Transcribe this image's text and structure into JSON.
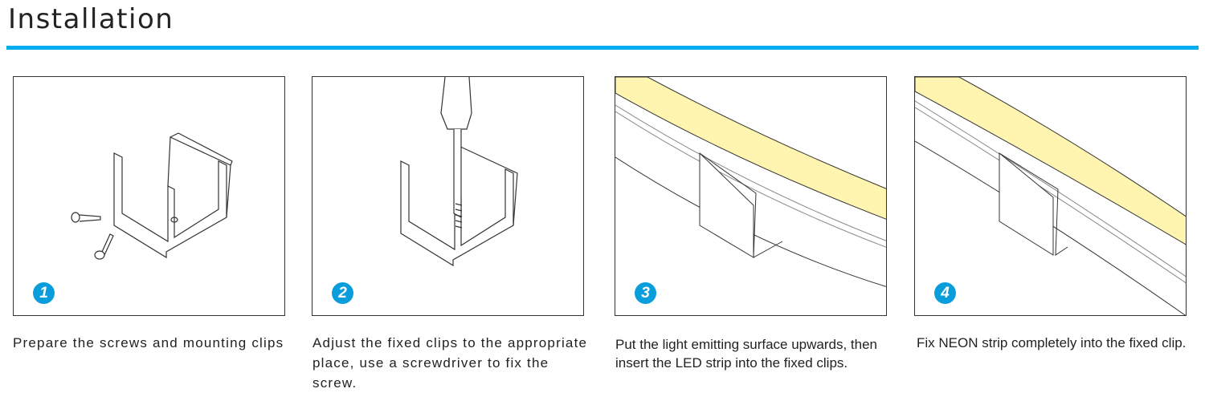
{
  "header": {
    "title": "Installation"
  },
  "colors": {
    "accent": "#00aeef",
    "badge": "#0a9ddb",
    "neon": "#fff4b0"
  },
  "steps": [
    {
      "number": "1",
      "caption": "Prepare the screws and mounting clips"
    },
    {
      "number": "2",
      "caption": "Adjust the fixed clips to the appropriate place, use a screwdriver to fix the screw."
    },
    {
      "number": "3",
      "caption": "Put the light emitting surface upwards, then insert the LED strip into the fixed clips."
    },
    {
      "number": "4",
      "caption": "Fix NEON strip completely into the fixed clip."
    }
  ]
}
